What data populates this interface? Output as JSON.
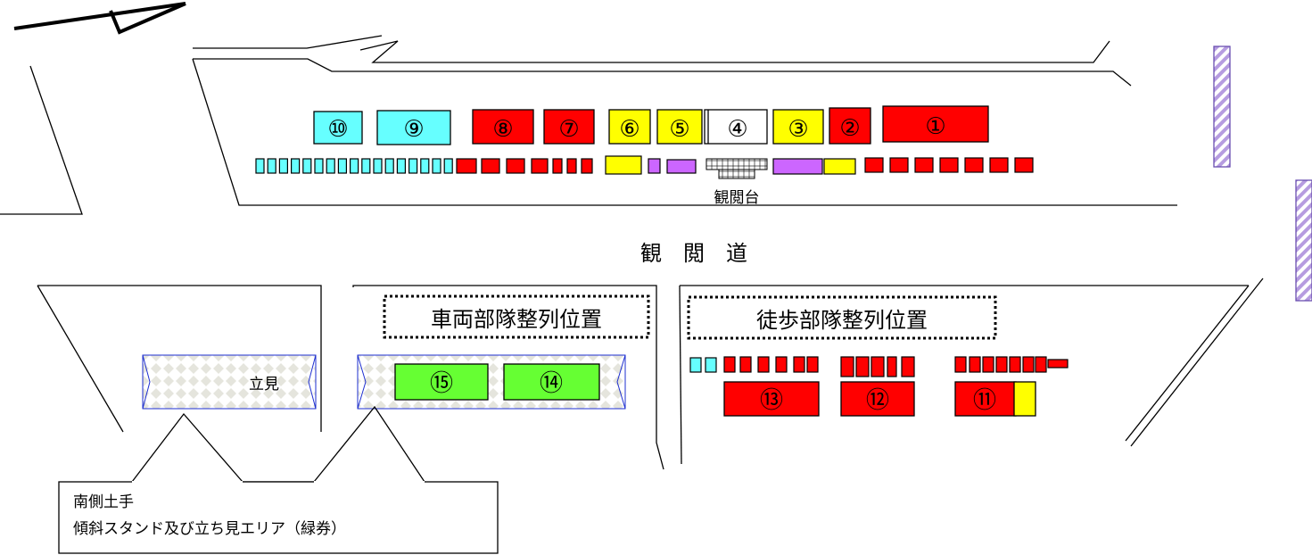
{
  "colors": {
    "red": "#FF0000",
    "yellow": "#FFFF00",
    "cyan": "#66FFFF",
    "purple": "#CC66FF",
    "green": "#66FF33",
    "white": "#FFFFFF"
  },
  "labels": {
    "stand": "観閲台",
    "road": "観　閲　道",
    "vehicle_area": "車両部隊整列位置",
    "foot_area": "徒歩部隊整列位置",
    "standing": "立見"
  },
  "blocks": {
    "b1": "①",
    "b2": "②",
    "b3": "③",
    "b4": "④",
    "b5": "⑤",
    "b6": "⑥",
    "b7": "⑦",
    "b8": "⑧",
    "b9": "⑨",
    "b10": "⑩",
    "b11": "⑪",
    "b12": "⑫",
    "b13": "⑬",
    "b14": "⑭",
    "b15": "⑮"
  },
  "callout": {
    "line1": "南側土手",
    "line2": "傾斜スタンド及び立ち見エリア（緑券）"
  }
}
